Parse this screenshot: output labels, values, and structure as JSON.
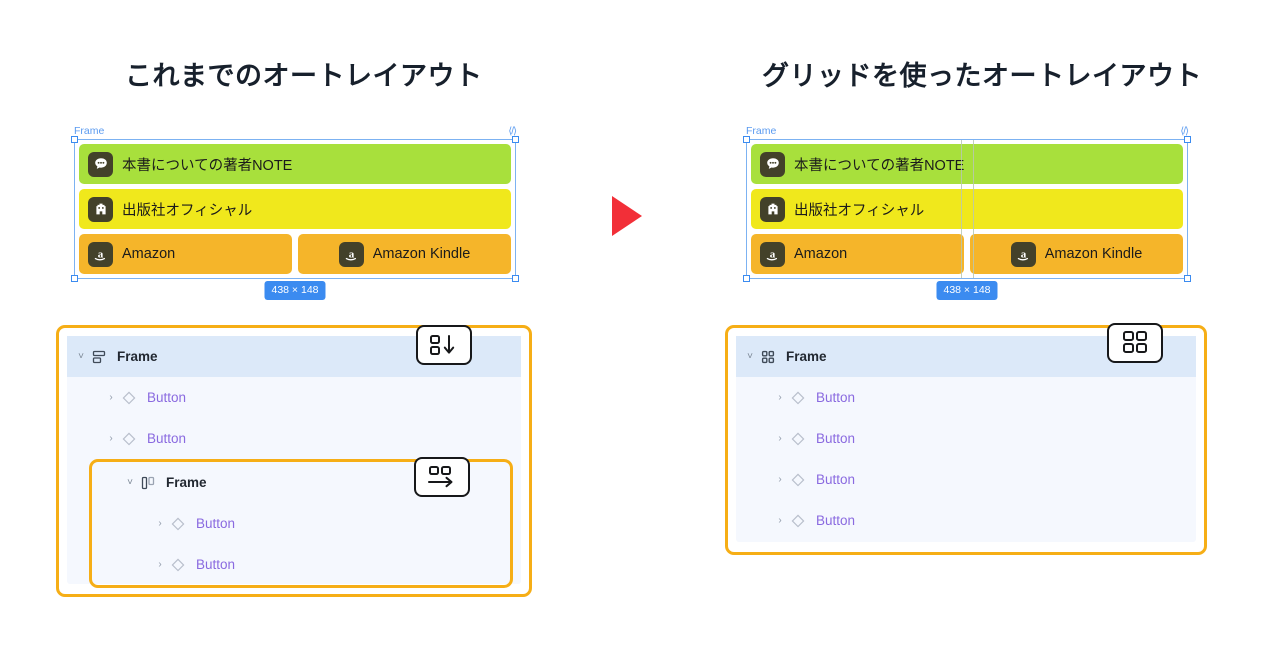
{
  "headings": {
    "left": "これまでのオートレイアウト",
    "right": "グリッドを使ったオートレイアウト"
  },
  "colors": {
    "accent_outline": "#F6AE16",
    "selection_blue": "#3B8BF0",
    "arrow_red": "#F22F38",
    "button_green": "#A8E03C",
    "button_yellow": "#F0E81C",
    "button_orange": "#F5B52A",
    "layer_button_text": "#8A6AE0",
    "panel_bg": "#F5F8FE",
    "row_selected_bg": "#DCE9F9"
  },
  "mockup_left": {
    "frame_label": "Frame",
    "code_icon": "code-icon",
    "size_badge": "438 × 148",
    "buttons": [
      {
        "label": "本書についての著者NOTE",
        "icon": "speech-bubble-icon",
        "color": "green"
      },
      {
        "label": "出版社オフィシャル",
        "icon": "building-icon",
        "color": "yellow"
      },
      {
        "label": "Amazon",
        "icon": "amazon-icon",
        "color": "orange"
      },
      {
        "label": "Amazon Kindle",
        "icon": "amazon-icon",
        "color": "orange"
      }
    ],
    "grid_guides": false
  },
  "mockup_right": {
    "frame_label": "Frame",
    "code_icon": "code-icon",
    "size_badge": "438 × 148",
    "buttons": [
      {
        "label": "本書についての著者NOTE",
        "icon": "speech-bubble-icon",
        "color": "green"
      },
      {
        "label": "出版社オフィシャル",
        "icon": "building-icon",
        "color": "yellow"
      },
      {
        "label": "Amazon",
        "icon": "amazon-icon",
        "color": "orange"
      },
      {
        "label": "Amazon Kindle",
        "icon": "amazon-icon",
        "color": "orange"
      }
    ],
    "grid_guides": true
  },
  "layers_left": {
    "root": {
      "name": "Frame",
      "icon": "vertical-auto-layout-icon",
      "expanded": true
    },
    "children": [
      {
        "name": "Button",
        "icon": "component-diamond-icon",
        "depth": 1
      },
      {
        "name": "Button",
        "icon": "component-diamond-icon",
        "depth": 1
      }
    ],
    "nested_frame": {
      "name": "Frame",
      "icon": "horizontal-auto-layout-icon",
      "expanded": true,
      "children": [
        {
          "name": "Button",
          "icon": "component-diamond-icon",
          "depth": 2
        },
        {
          "name": "Button",
          "icon": "component-diamond-icon",
          "depth": 2
        }
      ]
    },
    "badges": [
      {
        "name": "vertical-stack-badge",
        "icon": "stack-down-icon"
      },
      {
        "name": "horizontal-stack-badge",
        "icon": "stack-right-icon"
      }
    ]
  },
  "layers_right": {
    "root": {
      "name": "Frame",
      "icon": "grid-layout-icon",
      "expanded": true
    },
    "children": [
      {
        "name": "Button",
        "icon": "component-diamond-icon",
        "depth": 1
      },
      {
        "name": "Button",
        "icon": "component-diamond-icon",
        "depth": 1
      },
      {
        "name": "Button",
        "icon": "component-diamond-icon",
        "depth": 1
      },
      {
        "name": "Button",
        "icon": "component-diamond-icon",
        "depth": 1
      }
    ],
    "badges": [
      {
        "name": "grid-badge",
        "icon": "grid-2x2-icon"
      }
    ]
  },
  "arrow": {
    "name": "transition-arrow",
    "icon": "play-triangle-icon"
  }
}
